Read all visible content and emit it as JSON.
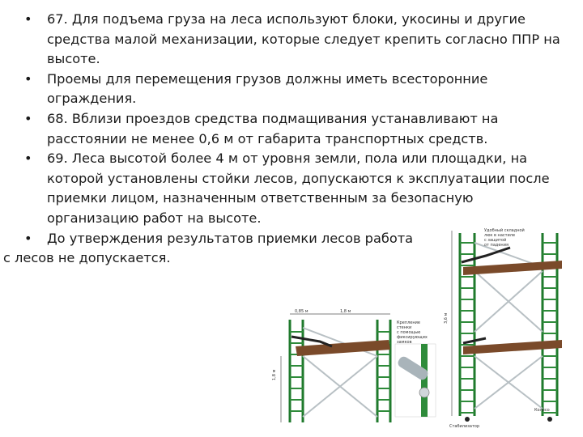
{
  "bullets": [
    {
      "marker": "•",
      "lines": [
        "67. Для подъема груза на леса используют блоки, укосины и другие",
        "средства малой механизации, которые следует крепить согласно ППР на",
        "высоте."
      ]
    },
    {
      "marker": "•",
      "lines": [
        "Проемы для перемещения грузов должны иметь всесторонние",
        "ограждения."
      ]
    },
    {
      "marker": "•",
      "lines": [
        "68. Вблизи проездов средства подмащивания устанавливают на",
        "расстоянии не менее 0,6 м от габарита транспортных средств."
      ]
    },
    {
      "marker": "•",
      "lines": [
        "69. Леса высотой более 4 м от уровня земли, пола или площадки, на",
        "которой установлены стойки лесов, допускаются к эксплуатации после",
        "приемки лицом, назначенным ответственным за безопасную",
        "организацию работ на высоте."
      ]
    },
    {
      "marker": "•",
      "lines": [
        "До утверждения результатов приемки лесов работа"
      ]
    }
  ],
  "tail_line": "с лесов не допускается.",
  "figure": {
    "labels": {
      "top_note": [
        "Удобный складной",
        "люк в настиле",
        "с защитой",
        "от падения"
      ],
      "dim_top_1": "0,85 м",
      "dim_top_2": "1,8 м",
      "bracket_note": [
        "Крепление",
        "стенки",
        "с помощью",
        "фиксирующих",
        "замков"
      ],
      "dim_left_height": "1,8 м",
      "dim_right_height": "3,6 м",
      "wheel_label": "Колесо",
      "base_label": "Стабилизатор"
    },
    "colors": {
      "frame": "#1f7a2c",
      "rung": "#2e8b3a",
      "deck": "#7a4a2a",
      "brace": "#b8c0c4"
    }
  }
}
